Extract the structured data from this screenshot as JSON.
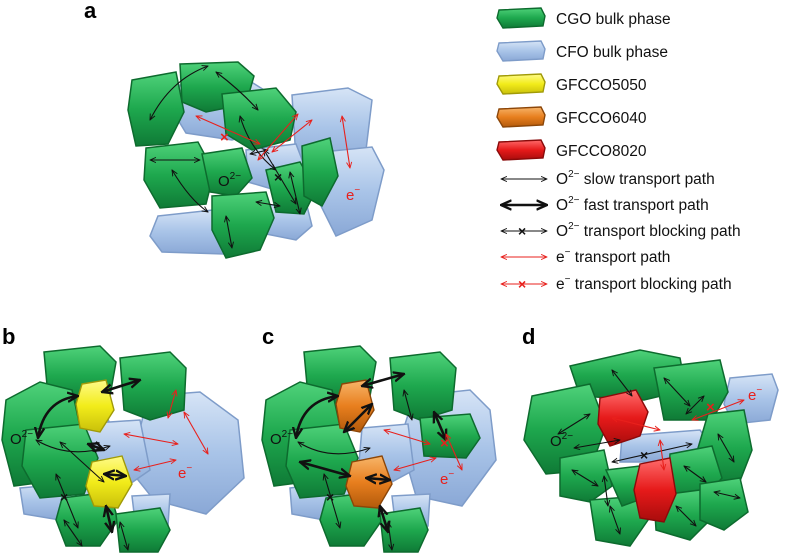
{
  "panels": {
    "a": "a",
    "b": "b",
    "c": "c",
    "d": "d"
  },
  "legend": {
    "cgo": "CGO bulk phase",
    "cfo": "CFO bulk phase",
    "g5050": "GFCCO5050",
    "g6040": "GFCCO6040",
    "g8020": "GFCCO8020",
    "slow": {
      "ion": "O",
      "charge": "2−",
      "text": " slow transport path"
    },
    "fast": {
      "ion": "O",
      "charge": "2−",
      "text": "  fast transport path"
    },
    "block": {
      "ion": "O",
      "charge": "2−",
      "text": "  transport blocking path"
    },
    "e_path": {
      "ion": "e",
      "charge": "−",
      "text": " transport path"
    },
    "e_block": {
      "ion": "e",
      "charge": "−",
      "text": " transport blocking path"
    }
  },
  "annotations": {
    "a_o2": {
      "ion": "O",
      "charge": "2−"
    },
    "a_e": {
      "ion": "e",
      "charge": "−"
    },
    "b_o2": {
      "ion": "O",
      "charge": "2−"
    },
    "b_e": {
      "ion": "e",
      "charge": "−"
    },
    "c_o2": {
      "ion": "O",
      "charge": "2−"
    },
    "c_e": {
      "ion": "e",
      "charge": "−"
    },
    "d_o2": {
      "ion": "O",
      "charge": "2−"
    },
    "d_e": {
      "ion": "e",
      "charge": "−"
    }
  },
  "colors": {
    "cgo": "#1ea84e",
    "cgo_edge": "#0d6b2e",
    "cfo": "#a9c4e8",
    "cfo_edge": "#6f8fc0",
    "g5050": "#f2ec1a",
    "g6040": "#e87f1e",
    "g8020": "#e61a1a",
    "arrow_black": "#111111",
    "arrow_red": "#e8201c"
  }
}
